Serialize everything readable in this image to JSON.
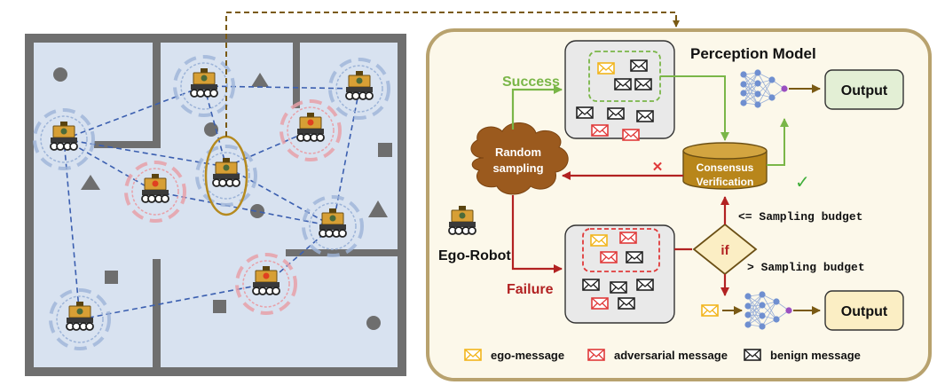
{
  "labels": {
    "perception_model": "Perception Model",
    "success": "Success",
    "failure": "Failure",
    "random_sampling_line1": "Random",
    "random_sampling_line2": "sampling",
    "consensus_line1": "Consensus",
    "consensus_line2": "Verification",
    "output_top": "Output",
    "output_bottom": "Output",
    "ego_robot": "Ego-Robot",
    "if": "if",
    "le_budget": "<= Sampling budget",
    "gt_budget": "> Sampling budget",
    "reject_mark": "✕",
    "accept_mark": "✓"
  },
  "legend": [
    {
      "label": "ego-message",
      "color": "#f2b51c"
    },
    {
      "label": "adversarial message",
      "color": "#e03a3a"
    },
    {
      "label": "benign message",
      "color": "#222222"
    }
  ],
  "colors": {
    "success": "#7ab648",
    "failure": "#b22222",
    "panel_bg": "#fcf8ea",
    "panel_border": "#b8a26e",
    "map_bg": "#d8e2f0",
    "wall": "#6f6f6f",
    "dashed_link": "#3b5fb0",
    "benign_ring": "#9db4d8",
    "adversarial_ring": "#e8a0a8",
    "ego_outline": "#b58a1f",
    "cloud": "#9b5a1e",
    "output_box": "#e3efd5",
    "output_box2": "#fbeec4"
  },
  "icons": {
    "robot": "robot-icon",
    "cloud": "cloud-icon",
    "cylinder": "database-icon",
    "network": "neural-network-icon",
    "envelope": "envelope-icon"
  }
}
